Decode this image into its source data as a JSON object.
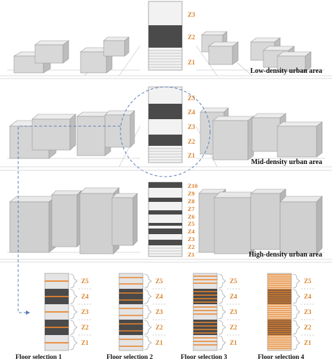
{
  "panels": [
    {
      "id": "low",
      "label": "Low-density urban area",
      "zones": [
        "Z1",
        "Z2",
        "Z3"
      ]
    },
    {
      "id": "mid",
      "label": "Mid-density urban area",
      "zones": [
        "Z1",
        "Z2",
        "Z3",
        "Z4",
        "Z5"
      ]
    },
    {
      "id": "high",
      "label": "High-density urban area",
      "zones": [
        "Z1",
        "Z2",
        "Z3",
        "Z4",
        "Z5",
        "Z6",
        "Z7",
        "Z8",
        "Z9",
        "Z10"
      ]
    }
  ],
  "floor_selections": [
    {
      "label": "Floor selection 1",
      "zones": [
        "Z1",
        "Z2",
        "Z3",
        "Z4",
        "Z5"
      ]
    },
    {
      "label": "Floor selection 2",
      "zones": [
        "Z1",
        "Z2",
        "Z3",
        "Z4",
        "Z5"
      ]
    },
    {
      "label": "Floor selection 3",
      "zones": [
        "Z1",
        "Z2",
        "Z3",
        "Z4",
        "Z5"
      ]
    },
    {
      "label": "Floor selection 4",
      "zones": [
        "Z1",
        "Z2",
        "Z3",
        "Z4",
        "Z5"
      ]
    }
  ],
  "colors": {
    "zone_label": "#d9822b",
    "dark_floor": "#4a4a4a",
    "light_building": "#e0e0e0",
    "selected_floor_line": "#e8842c",
    "connector": "#5b7fb5"
  }
}
